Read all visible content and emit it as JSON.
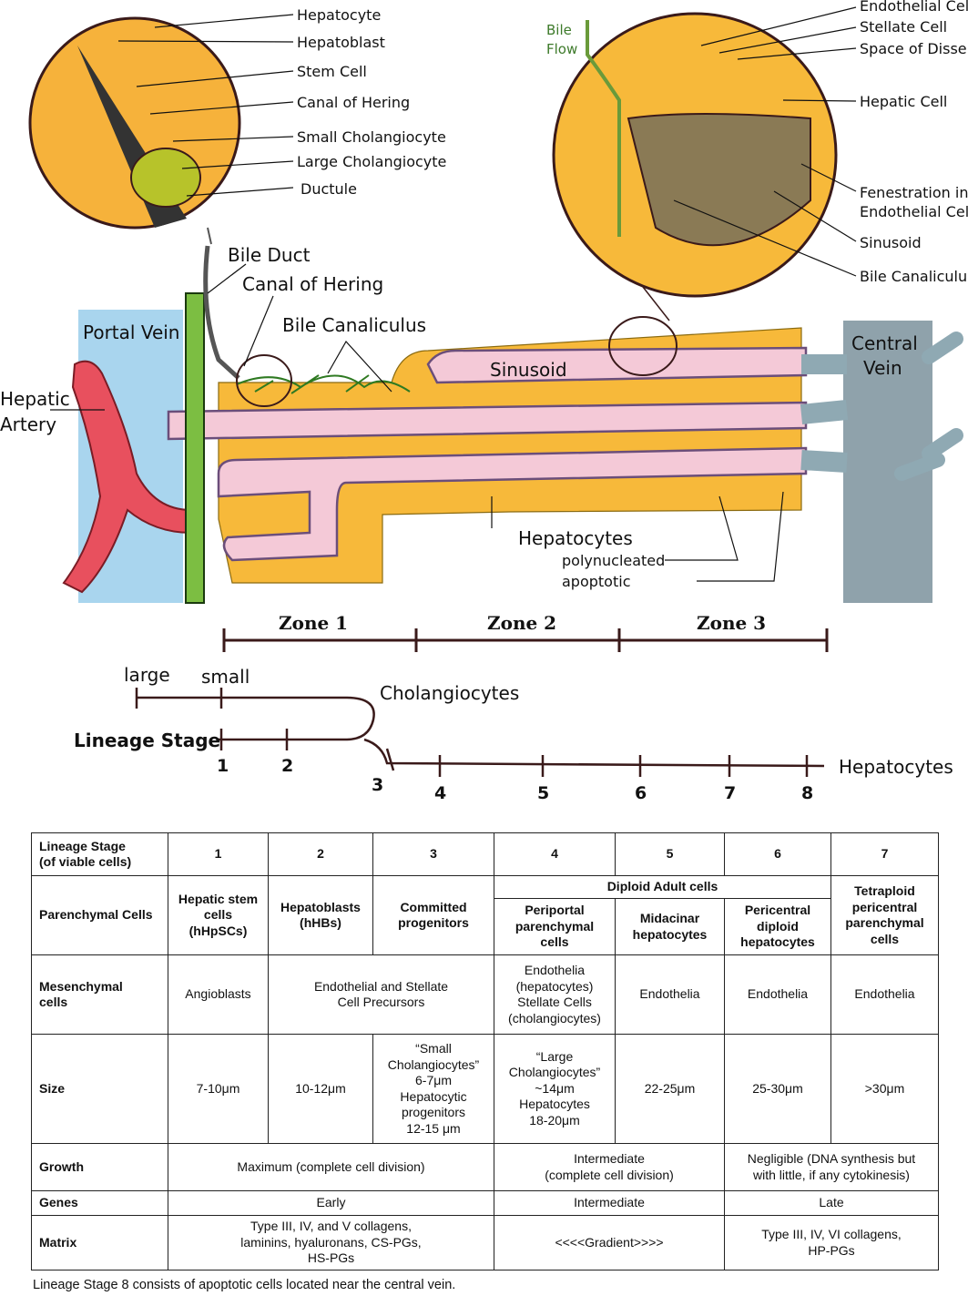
{
  "diagram": {
    "inset_left_labels": [
      "Hepatocyte",
      "Hepatoblast",
      "Stem Cell",
      "Canal of Hering",
      "Small Cholangiocyte",
      "Large Cholangiocyte",
      "Ductule"
    ],
    "inset_right_labels": [
      "Endothelial Cell",
      "Stellate Cell",
      "Space of Disse",
      "Hepatic Cell",
      "Fenestration in",
      "Endothelial Cell",
      "Sinusoid",
      "Bile Canaliculus"
    ],
    "bile_flow": [
      "Bile",
      "Flow"
    ],
    "bile_duct": "Bile Duct",
    "canal_of_hering": "Canal of Hering",
    "bile_canaliculus": "Bile Canaliculus",
    "portal_vein": "Portal Vein",
    "hepatic_artery": [
      "Hepatic",
      "Artery"
    ],
    "sinusoid": "Sinusoid",
    "central_vein": [
      "Central",
      "Vein"
    ],
    "hepatocytes": "Hepatocytes",
    "polynucleated": "polynucleated",
    "apoptotic": "apoptotic",
    "zones": [
      "Zone 1",
      "Zone 2",
      "Zone 3"
    ],
    "large": "large",
    "small": "small",
    "cholangiocytes": "Cholangiocytes",
    "lineage_stage": "Lineage Stage",
    "hepatocytes_axis": "Hepatocytes",
    "stage_numbers": [
      "1",
      "2",
      "3",
      "4",
      "5",
      "6",
      "7",
      "8"
    ]
  },
  "table": {
    "header": [
      "Lineage Stage",
      "(of viable cells)",
      "1",
      "2",
      "3",
      "4",
      "5",
      "6",
      "7"
    ],
    "parenchymal": {
      "label": "Parenchymal Cells",
      "c1": [
        "Hepatic stem",
        "cells",
        "(hHpSCs)"
      ],
      "c2": [
        "Hepatoblasts",
        "(hHBs)"
      ],
      "c3": [
        "Committed",
        "progenitors"
      ],
      "diploid": "Diploid Adult cells",
      "c4": [
        "Periportal",
        "parenchymal",
        "cells"
      ],
      "c5": [
        "Midacinar",
        "hepatocytes"
      ],
      "c6": [
        "Pericentral",
        "diploid",
        "hepatocytes"
      ],
      "c7": [
        "Tetraploid",
        "pericentral",
        "parenchymal",
        "cells"
      ]
    },
    "mesenchymal": {
      "label": [
        "Mesenchymal",
        "cells"
      ],
      "c1": "Angioblasts",
      "c23": [
        "Endothelial and Stellate",
        "Cell Precursors"
      ],
      "c4": [
        "Endothelia",
        "(hepatocytes)",
        "Stellate Cells",
        "(cholangiocytes)"
      ],
      "c5": "Endothelia",
      "c6": "Endothelia",
      "c7": "Endothelia"
    },
    "size": {
      "label": "Size",
      "c1": "7-10μm",
      "c2": "10-12μm",
      "c3": [
        "“Small",
        "Cholangiocytes”",
        "6-7μm",
        "Hepatocytic",
        "progenitors",
        "12-15 μm"
      ],
      "c4": [
        "“Large",
        "Cholangiocytes”",
        "~14μm",
        "Hepatocytes",
        "18-20μm"
      ],
      "c5": "22-25μm",
      "c6": "25-30μm",
      "c7": ">30μm"
    },
    "growth": {
      "label": "Growth",
      "c123": "Maximum (complete cell division)",
      "c45": [
        "Intermediate",
        "(complete cell division)"
      ],
      "c67": [
        "Negligible (DNA synthesis but",
        "with little, if any cytokinesis)"
      ]
    },
    "genes": {
      "label": "Genes",
      "c123": "Early",
      "c45": "Intermediate",
      "c67": "Late"
    },
    "matrix": {
      "label": "Matrix",
      "c123": [
        "Type III, IV, and V collagens,",
        "laminins, hyaluronans, CS-PGs,",
        "HS-PGs"
      ],
      "c45": "<<<<Gradient>>>>",
      "c67": [
        "Type III,  IV, VI collagens,",
        "HP-PGs"
      ]
    }
  },
  "footnote": "Lineage Stage 8 consists of apoptotic cells located near the central vein."
}
